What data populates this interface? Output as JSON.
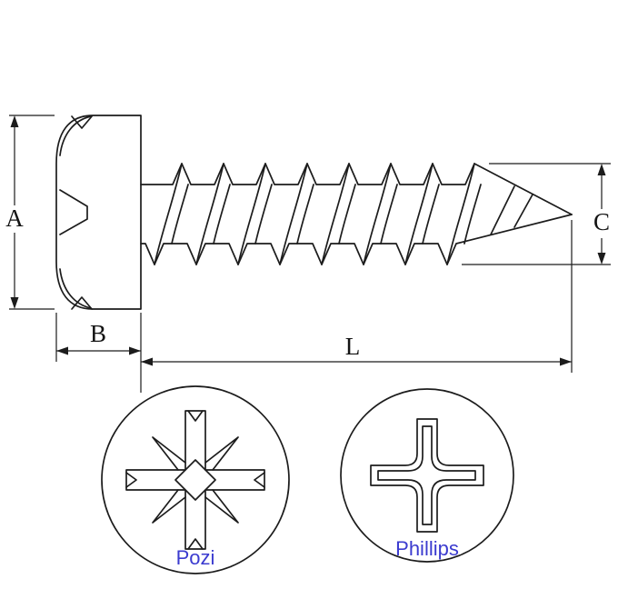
{
  "dimensions": {
    "head_height_label": "A",
    "head_thickness_label": "B",
    "thread_diameter_label": "C",
    "shank_length_label": "L"
  },
  "drive_views": [
    {
      "label": "Pozi"
    },
    {
      "label": "Phillips"
    }
  ],
  "colors": {
    "line": "#1c1c1c",
    "drive_label_text": "#3b3bcf",
    "background": "#ffffff"
  }
}
